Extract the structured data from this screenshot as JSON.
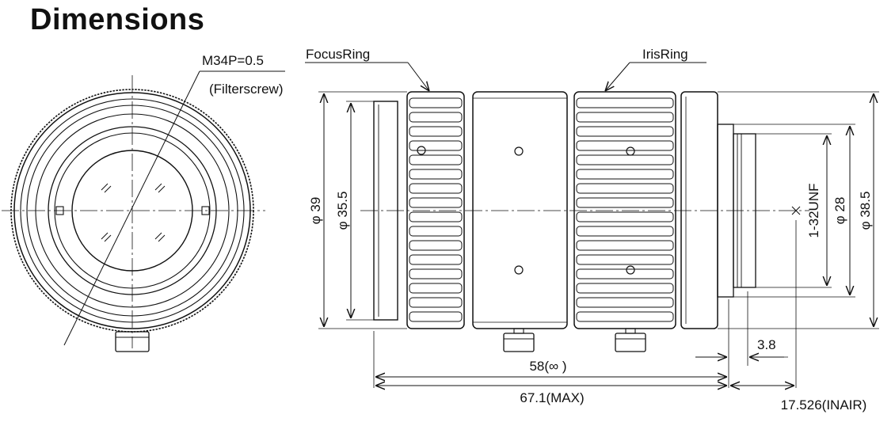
{
  "title": "Dimensions",
  "callouts": {
    "filter_thread": "M34P=0.5",
    "filter_note": "(Filterscrew)",
    "focus_ring": "FocusRing",
    "iris_ring": "IrisRing"
  },
  "dimensions": {
    "front_outer": "φ 39",
    "front_inner": "φ 35.5",
    "mount_thread": "1-32UNF",
    "mount_diameter": "φ 28",
    "rear_diameter": "φ 38.5",
    "flange_depth": "3.8",
    "length_infinity": "58(∞ )",
    "length_max": "67.1(MAX)",
    "back_focus": "17.526(INAIR)"
  }
}
